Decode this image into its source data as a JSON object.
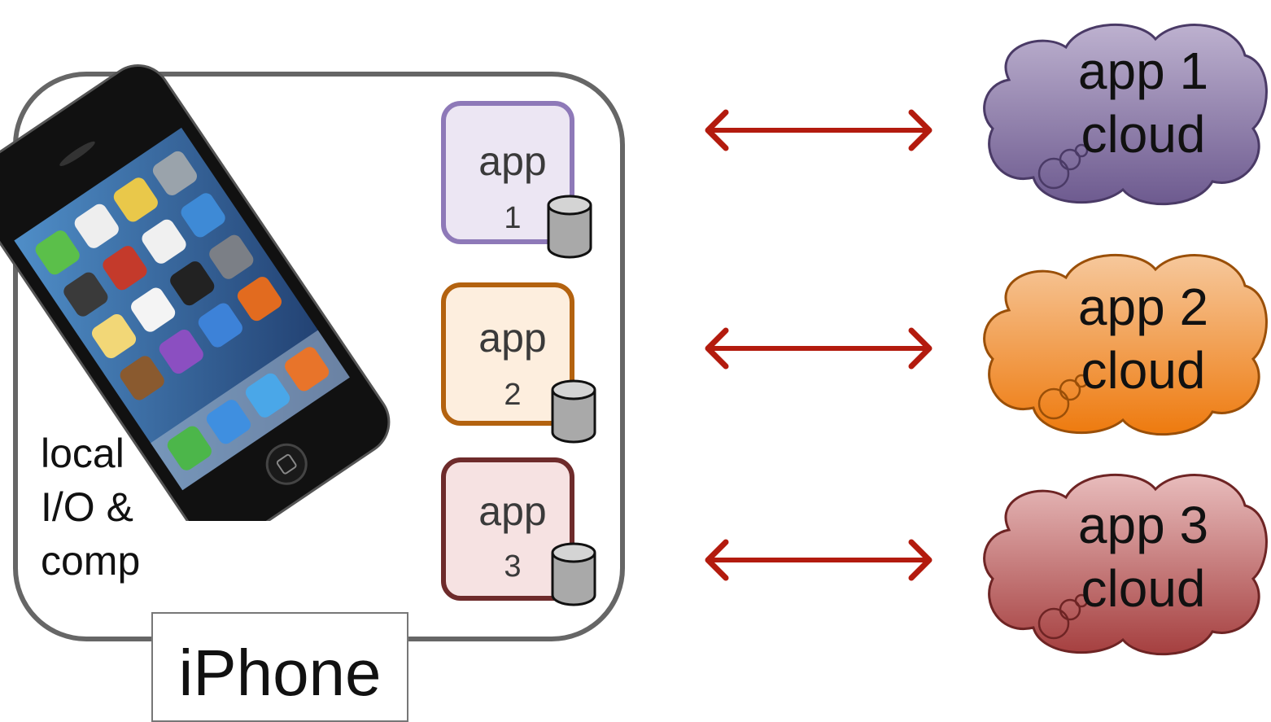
{
  "device": {
    "label": "iPhone",
    "local_lines": [
      "local",
      "I/O &",
      "comp"
    ]
  },
  "apps": [
    {
      "label": "app",
      "number": "1",
      "color": "#8e79b8",
      "fill": "#ece6f3"
    },
    {
      "label": "app",
      "number": "2",
      "color": "#b3620f",
      "fill": "#fdeede"
    },
    {
      "label": "app",
      "number": "3",
      "color": "#6e2b2b",
      "fill": "#f6e2e2"
    }
  ],
  "clouds": [
    {
      "line1": "app 1",
      "line2": "cloud",
      "top_color": "#bdb1cf",
      "bottom_color": "#6d5a8f"
    },
    {
      "line1": "app 2",
      "line2": "cloud",
      "top_color": "#f6c89c",
      "bottom_color": "#ee7a0e"
    },
    {
      "line1": "app 3",
      "line2": "cloud",
      "top_color": "#e8bcbc",
      "bottom_color": "#a53f3f"
    }
  ],
  "arrow_color": "#b31b0e"
}
